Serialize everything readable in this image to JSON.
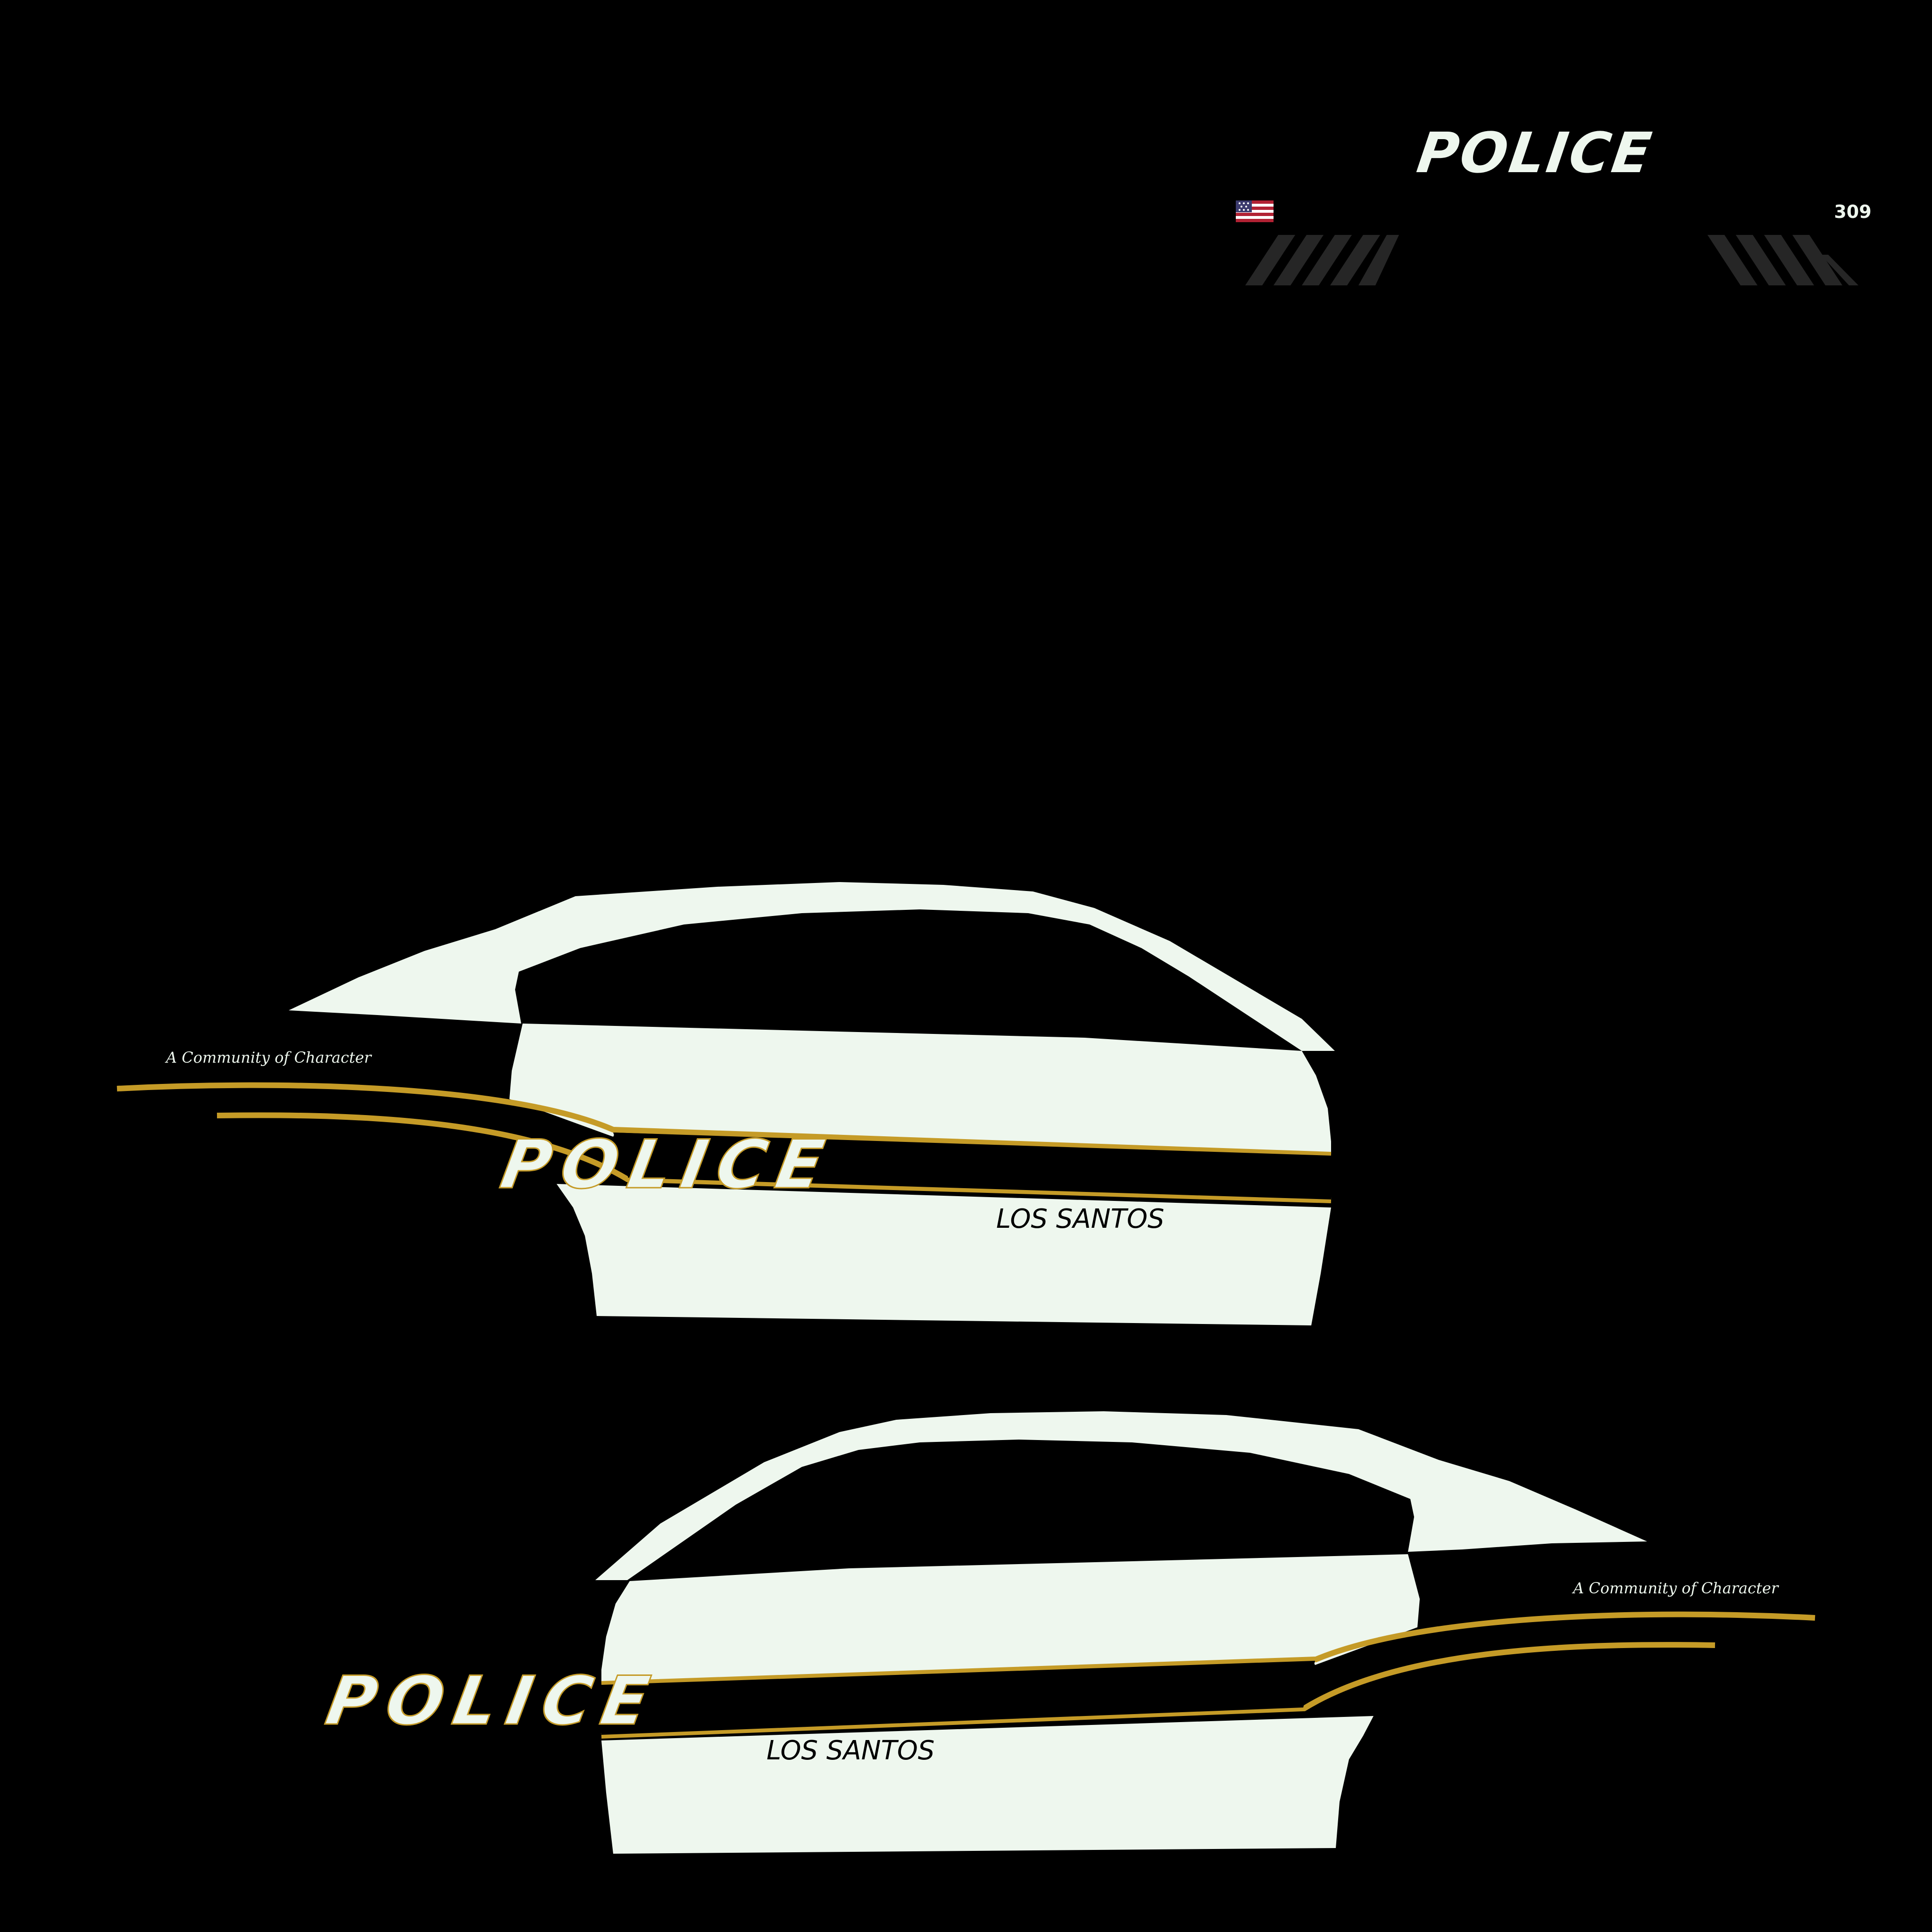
{
  "colors": {
    "background": "#000000",
    "panel": "#eef7ee",
    "gold": "#c59b27",
    "stripe": "#000000",
    "chevron": "#262626"
  },
  "hood": {
    "title": "POLICE",
    "unit_number": "309",
    "flag_icon": "us-flag-icon"
  },
  "driver_side": {
    "title": "POLICE",
    "city": "LOS SANTOS",
    "motto": "A Community of Character"
  },
  "passenger_side": {
    "title": "POLICE",
    "city": "LOS SANTOS",
    "motto": "A Community of Character"
  }
}
